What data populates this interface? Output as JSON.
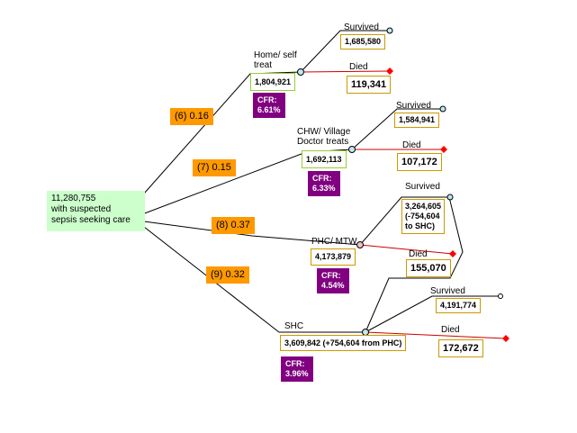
{
  "root": {
    "line1": "11,280,755",
    "line2": "with suspected",
    "line3": "sepsis seeking care"
  },
  "branches": [
    {
      "probability": "(6) 0.16",
      "label_line1": "Home/ self",
      "label_line2": "treat",
      "total": "1,804,921",
      "cfr_label": "CFR:",
      "cfr_value": "6.61%",
      "survived_label": "Survived",
      "survived_value": "1,685,580",
      "died_label": "Died",
      "died_value": "119,341"
    },
    {
      "probability": "(7) 0.15",
      "label_line1": "CHW/ Village",
      "label_line2": "Doctor treats",
      "total": "1,692,113",
      "cfr_label": "CFR:",
      "cfr_value": "6.33%",
      "survived_label": "Survived",
      "survived_value": "1,584,941",
      "died_label": "Died",
      "died_value": "107,172"
    },
    {
      "probability": "(8) 0.37",
      "label_line1": "PHC/ MTW",
      "total": "4,173,879",
      "cfr_label": "CFR:",
      "cfr_value": "4.54%",
      "survived_label": "Survived",
      "survived_line1": "3,264,605",
      "survived_line2": "(-754,604",
      "survived_line3": "to SHC)",
      "died_label": "Died",
      "died_value": "155,070"
    },
    {
      "probability": "(9) 0.32",
      "label_line1": "SHC",
      "total": "3,609,842 (+754,604 from PHC)",
      "cfr_label": "CFR:",
      "cfr_value": "3.96%",
      "survived_label": "Survived",
      "survived_value": "4,191,774",
      "died_label": "Died",
      "died_value": "172,672"
    }
  ],
  "colors": {
    "root_fill": "#ccffcc",
    "probability_fill": "#ff9900",
    "cfr_fill": "#800080",
    "value_border": "#cc9900",
    "total_border_green": "#99cc33",
    "died_line": "#cc0000",
    "died_marker": "#ff0000",
    "chance_node": "#c0e8f0",
    "edge": "#000000"
  }
}
